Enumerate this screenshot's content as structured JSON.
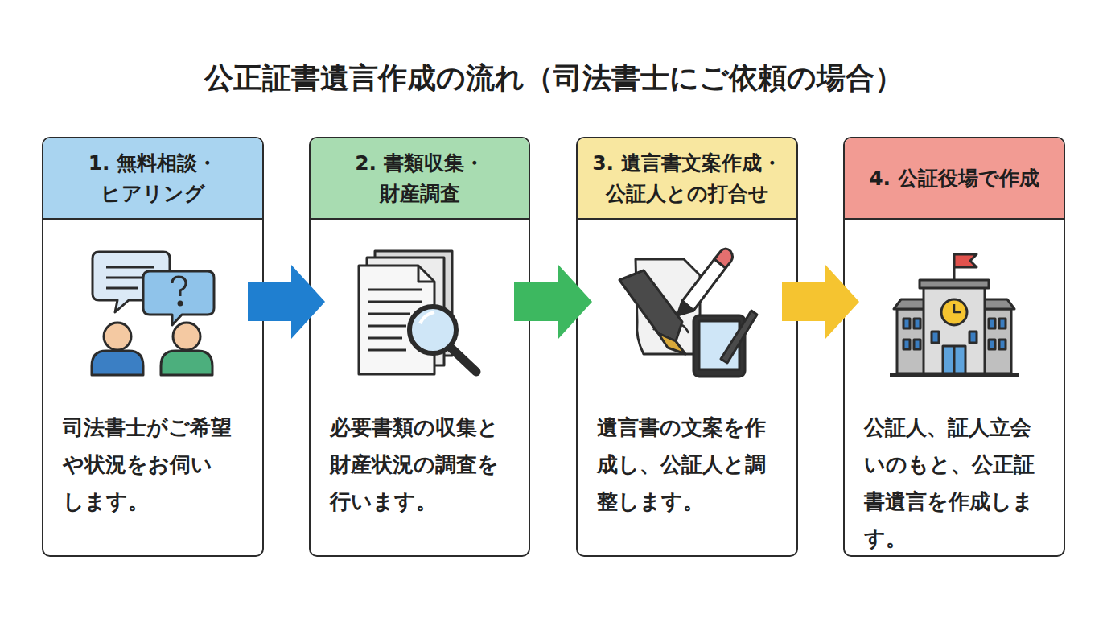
{
  "diagram": {
    "title": "公正証書遺言作成の流れ（司法書士にご依頼の場合）",
    "nodes": [
      {
        "text": [
          "1. 無料相談・ ヒアリング",
          "司法書士がご希望 や状況をお伺い します。"
        ]
      },
      {
        "text": [
          "2. 書類収集・ 財産調査",
          "必要書類の収集と 財産状況の調査を 行います。"
        ]
      },
      {
        "text": [
          "3. 遺言書文案作成・ 公証人との打合せ",
          "遺言書の文案を作 成し、公証人と調 整します。"
        ]
      },
      {
        "text": [
          "4. 公証役場で作成",
          "公証人、証人立会 いのもと、公正証 書遺言を作成しま す。"
        ]
      }
    ],
    "edges": [
      {
        "from": 0,
        "to": 1,
        "arrow": "to"
      },
      {
        "from": 1,
        "to": 2,
        "arrow": "to"
      },
      {
        "from": 2,
        "to": 3,
        "arrow": "to"
      }
    ]
  }
}
